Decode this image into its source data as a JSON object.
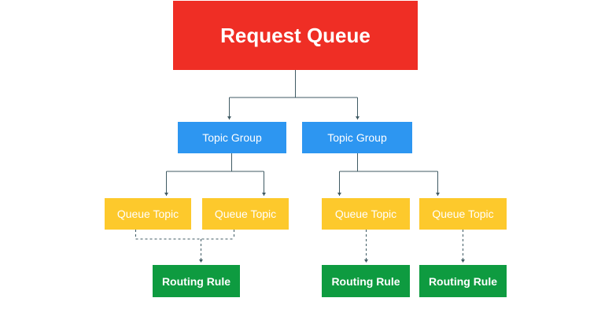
{
  "diagram": {
    "root": {
      "label": "Request Queue",
      "color": "#ef2e25"
    },
    "topic_groups": [
      {
        "label": "Topic Group",
        "color": "#2d96f1"
      },
      {
        "label": "Topic Group",
        "color": "#2d96f1"
      }
    ],
    "queue_topics": [
      {
        "label": "Queue Topic",
        "color": "#fdc92c"
      },
      {
        "label": "Queue Topic",
        "color": "#fdc92c"
      },
      {
        "label": "Queue Topic",
        "color": "#fdc92c"
      },
      {
        "label": "Queue Topic",
        "color": "#fdc92c"
      }
    ],
    "routing_rules": [
      {
        "label": "Routing Rule",
        "color": "#0e9b40"
      },
      {
        "label": "Routing Rule",
        "color": "#0e9b40"
      },
      {
        "label": "Routing Rule",
        "color": "#0e9b40"
      }
    ],
    "connector_color": "#3f5a63"
  }
}
